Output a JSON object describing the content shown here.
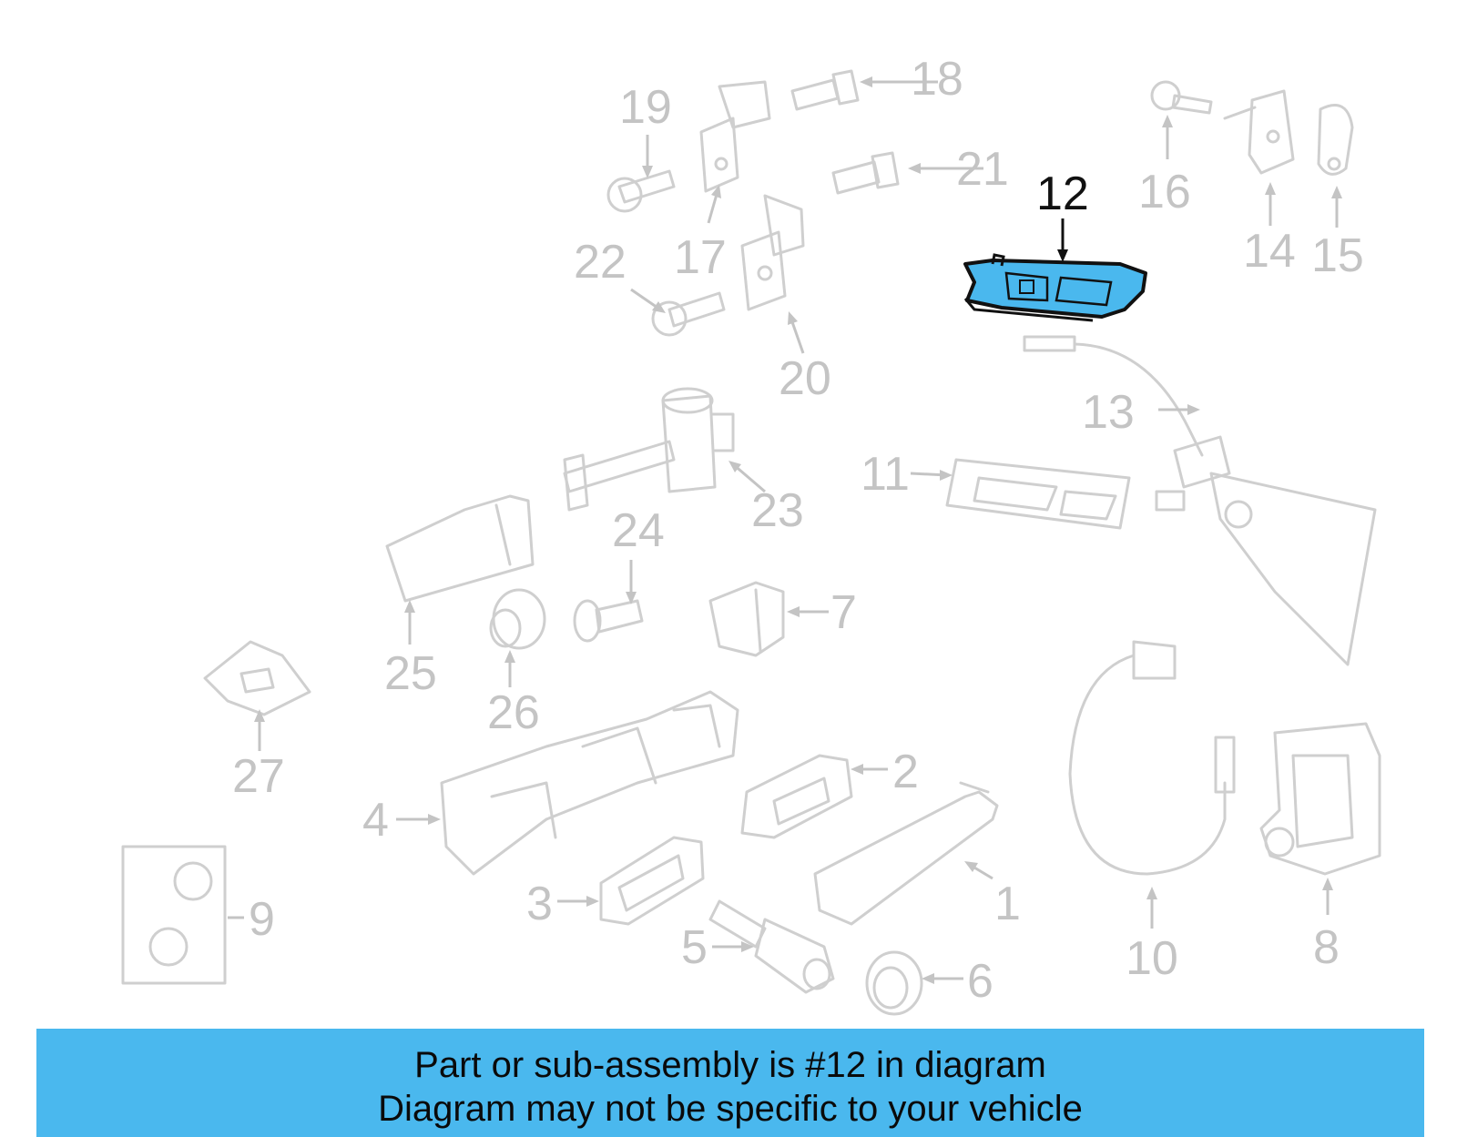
{
  "highlight": {
    "part_number": "12",
    "fill_color": "#4ab8ee",
    "outline_color": "#111111"
  },
  "callouts": [
    "1",
    "2",
    "3",
    "4",
    "5",
    "6",
    "7",
    "8",
    "9",
    "10",
    "11",
    "12",
    "13",
    "14",
    "15",
    "16",
    "17",
    "18",
    "19",
    "20",
    "21",
    "22",
    "23",
    "24",
    "25",
    "26",
    "27"
  ],
  "banner": {
    "background": "#4ab8ee",
    "line1": "Part or sub-assembly is #12 in diagram",
    "line2": "Diagram may not be specific to your vehicle"
  }
}
